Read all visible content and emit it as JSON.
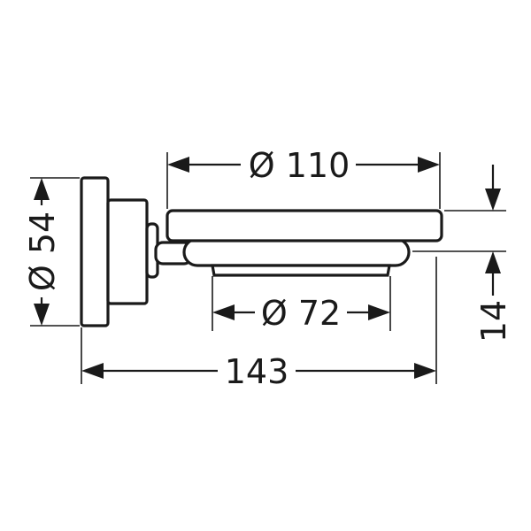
{
  "dimensions": {
    "top_width": "Ø 110",
    "inner_width": "Ø 72",
    "total_length": "143",
    "wall_plate_diameter": "Ø 54",
    "height": "14"
  },
  "colors": {
    "line": "#1a1a1a",
    "background": "#ffffff"
  }
}
